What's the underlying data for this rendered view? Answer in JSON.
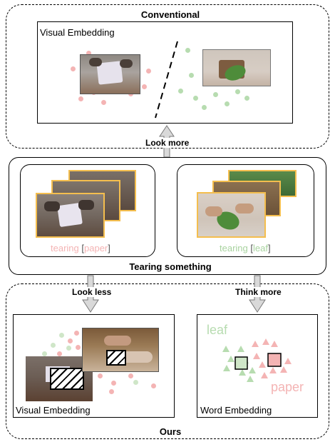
{
  "conventional": {
    "title": "Conventional",
    "visual_embedding_label": "Visual Embedding"
  },
  "arrows": {
    "look_more": "Look more",
    "look_less": "Look less",
    "think_more": "Think more"
  },
  "middle": {
    "title": "Tearing something",
    "left_caption": {
      "verb": "tearing",
      "open": "[",
      "object": "paper",
      "close": "]"
    },
    "right_caption": {
      "verb": "tearing",
      "open": "[",
      "object": "leaf",
      "close": "]"
    }
  },
  "ours": {
    "title": "Ours",
    "visual_embedding_label": "Visual Embedding",
    "word_embedding_label": "Word Embedding",
    "leaf_word": "leaf",
    "paper_word": "paper"
  },
  "colors": {
    "pink": "#f4b4b4",
    "green": "#b7dcb0",
    "frame": "#f4be4e",
    "arrow": "#d9d9d9"
  }
}
